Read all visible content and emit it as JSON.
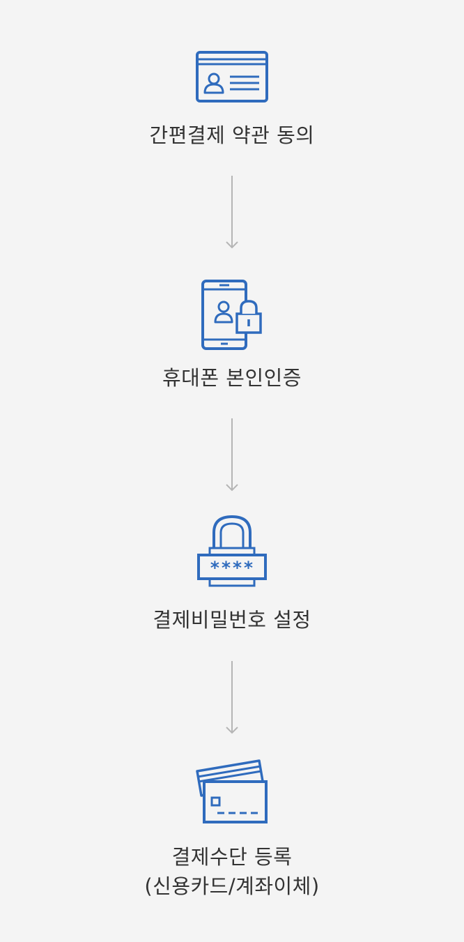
{
  "colors": {
    "icon": "#2f6bbd",
    "arrow": "#b5b5b5",
    "text": "#333333",
    "background": "#f4f4f4"
  },
  "steps": [
    {
      "icon": "id-card-icon",
      "label": "간편결제 약관 동의"
    },
    {
      "icon": "phone-lock-icon",
      "label": "휴대폰 본인인증"
    },
    {
      "icon": "password-lock-icon",
      "label": "결제비밀번호 설정",
      "password_mask": "****"
    },
    {
      "icon": "credit-cards-icon",
      "label_line1": "결제수단 등록",
      "label_line2": "(신용카드/계좌이체)"
    }
  ]
}
